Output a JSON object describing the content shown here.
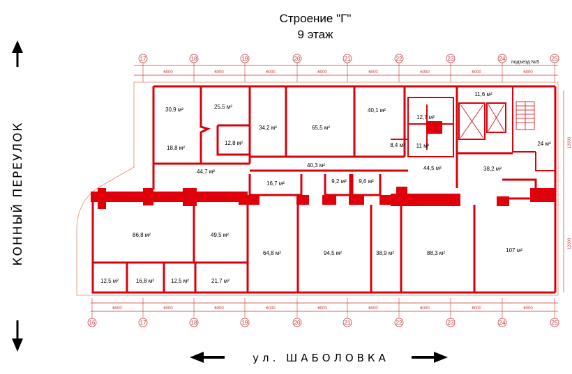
{
  "title": "Строение \"Г\"",
  "floor": "9 этаж",
  "left_label": "КОННЫЙ ПЕРЕУЛОК",
  "street_label": "ул. ШАБОЛОВКА",
  "entrance_label": "подъезд №5",
  "axes_top": [
    "17",
    "18",
    "19",
    "20",
    "21",
    "22",
    "23",
    "24",
    "25"
  ],
  "axes_bottom": [
    "16",
    "17",
    "18",
    "19",
    "20",
    "21",
    "22",
    "23",
    "24",
    "25"
  ],
  "dim_top": [
    "6000",
    "6000",
    "6000",
    "6000",
    "6000",
    "6000",
    "6000",
    "6000"
  ],
  "dim_bottom": [
    "6000",
    "6000",
    "6000",
    "6000",
    "6000",
    "6000",
    "6000",
    "6000",
    "6000"
  ],
  "dim_right": [
    "12000",
    "12000"
  ],
  "rooms": [
    {
      "label": "30,9 м²"
    },
    {
      "label": "25,5 м²"
    },
    {
      "label": "18,8 м²"
    },
    {
      "label": "12,8 м²"
    },
    {
      "label": "34,2 м²"
    },
    {
      "label": "65,5 м²"
    },
    {
      "label": "40,1 м²"
    },
    {
      "label": "12,7 м²"
    },
    {
      "label": "8,4 м²"
    },
    {
      "label": "11 м²"
    },
    {
      "label": "11,6 м²"
    },
    {
      "label": "24 м²"
    },
    {
      "label": "44,7 м²"
    },
    {
      "label": "40,3 м²"
    },
    {
      "label": "44,5 м²"
    },
    {
      "label": "38,2 м²"
    },
    {
      "label": "16,7 м²"
    },
    {
      "label": "9,2 м²"
    },
    {
      "label": "9,6 м²"
    },
    {
      "label": "86,8 м²"
    },
    {
      "label": "49,5 м²"
    },
    {
      "label": "64,8 м²"
    },
    {
      "label": "94,5 м²"
    },
    {
      "label": "38,9 м²"
    },
    {
      "label": "88,3 м²"
    },
    {
      "label": "107 м²"
    },
    {
      "label": "12,5 м²"
    },
    {
      "label": "16,8 м²"
    },
    {
      "label": "12,5 м²"
    },
    {
      "label": "21,7 м²"
    }
  ]
}
